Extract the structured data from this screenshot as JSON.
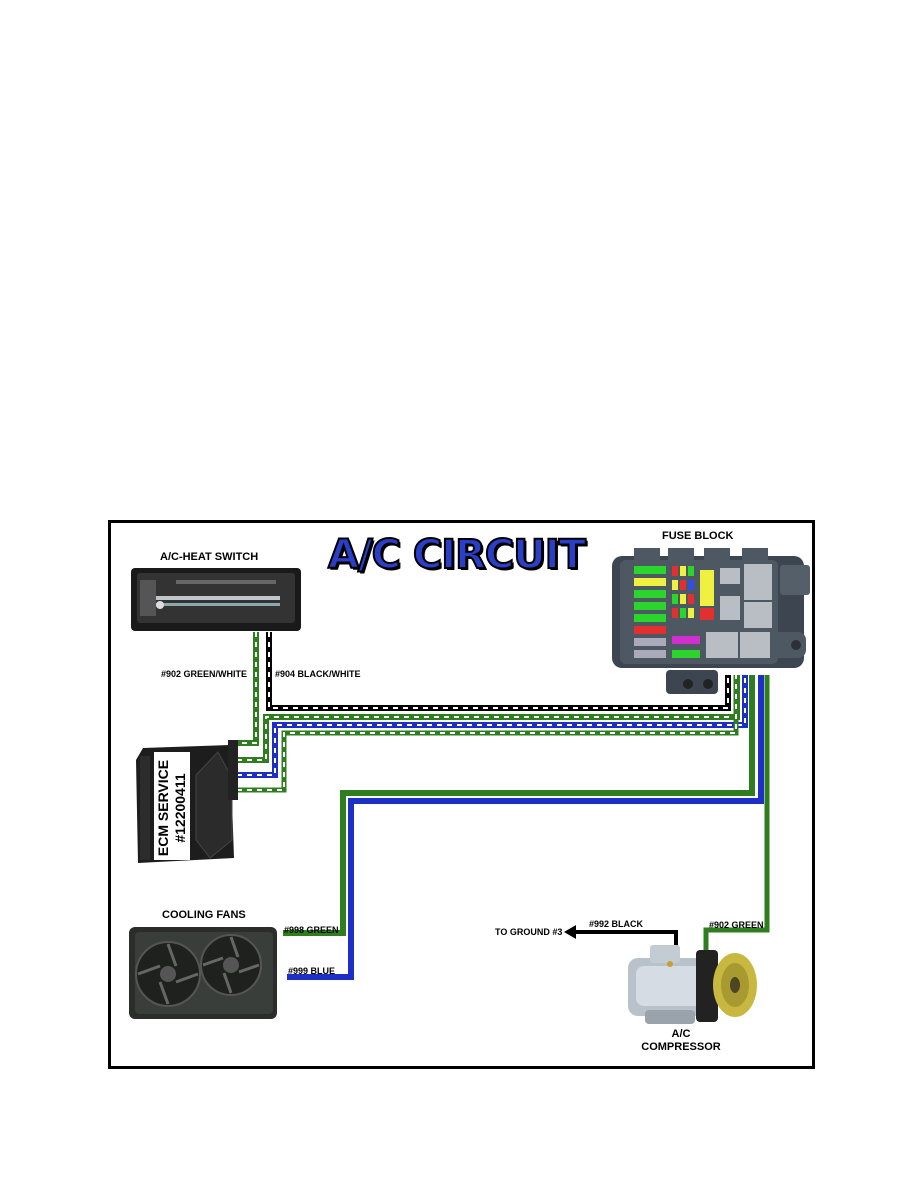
{
  "title": "A/C CIRCUIT",
  "components": {
    "switch": "A/C-HEAT SWITCH",
    "fuse_block": "FUSE BLOCK",
    "ecm_line1": "ECM SERVICE",
    "ecm_line2": "#12200411",
    "fans": "COOLING FANS",
    "compressor_line1": "A/C",
    "compressor_line2": "COMPRESSOR"
  },
  "wires": {
    "w902_white": "#902 GREEN/WHITE",
    "w904": "#904 BLACK/WHITE",
    "w998": "#998 GREEN",
    "w999": "#999 BLUE",
    "w992": "#992 BLACK",
    "w902": "#902 GREEN",
    "ground": "TO GROUND #3"
  },
  "colors": {
    "green": "#2e7d1e",
    "blue": "#1d2fc4",
    "black": "#000000",
    "title_fill": "#2a3ec8"
  }
}
